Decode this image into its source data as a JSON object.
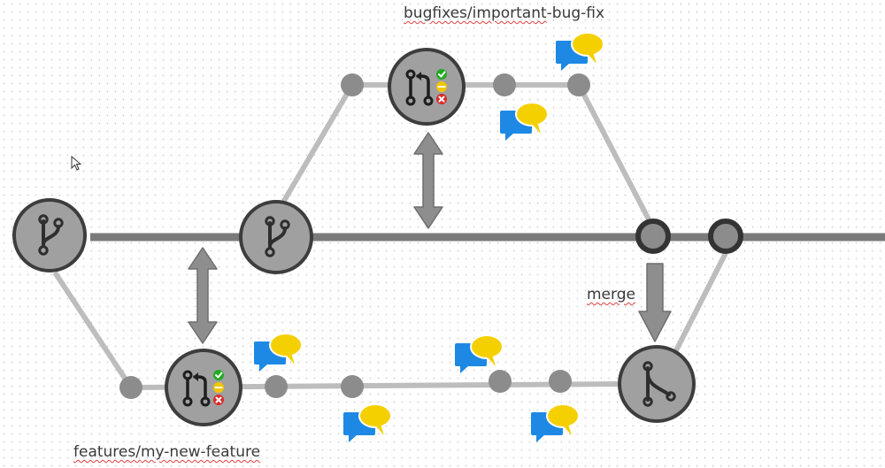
{
  "labels": {
    "bugfix_branch_prefix": "bugfixes/",
    "bugfix_branch_name": "important",
    "bugfix_branch_suffix": "-bug-fix",
    "feature_branch_prefix": "features/",
    "feature_branch_name": "my-new-feature",
    "merge": "merge"
  },
  "colors": {
    "main_line": "#7a7a7a",
    "branch_line": "#bdbdbd",
    "node_fill": "#8c8c8c",
    "node_border": "#3d3d3d",
    "icon_circle_fill": "#a0a0a0",
    "check_green": "#22aa22",
    "pending_yellow": "#f2c500",
    "fail_red": "#d92b2b",
    "chat_blue": "#1e88e5",
    "chat_yellow": "#f5d000",
    "arrow_fill": "#8e8e8e"
  },
  "icons": {
    "branch": "git-branch-icon",
    "pull_request": "pull-request-icon",
    "merge": "git-merge-icon",
    "comment": "comment-bubbles-icon",
    "cursor": "mouse-pointer-icon"
  }
}
